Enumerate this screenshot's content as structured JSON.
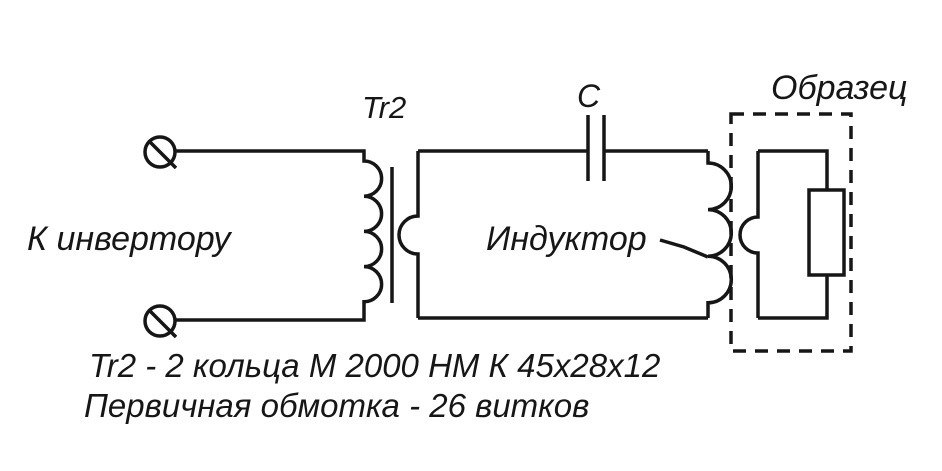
{
  "title": "Induction heater output circuit schematic",
  "colors": {
    "line": "#161616",
    "background": "#ffffff"
  },
  "labels": {
    "transformer": "Tr2",
    "capacitor": "C",
    "to_inverter": "К инвертору",
    "inductor": "Индуктор",
    "sample": "Образец"
  },
  "notes": {
    "line1": "Tr2 - 2 кольца М 2000 НМ К 45х28х12",
    "line2": "Первичная обмотка - 26 витков"
  }
}
